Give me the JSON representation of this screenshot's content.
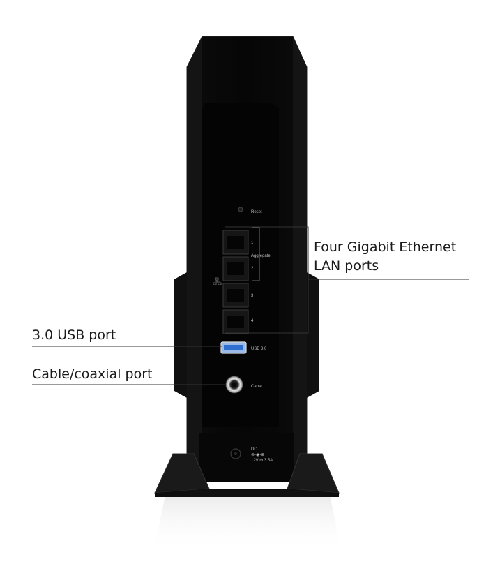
{
  "device": {
    "labels": {
      "reset": "Reset",
      "aggregate": "Aggregate",
      "port1": "1",
      "port2": "2",
      "port3": "3",
      "port4": "4",
      "usb": "USB 3.0",
      "cable": "Cable",
      "dc": "DC",
      "power_rating": "12V ⎓ 3.5A"
    },
    "colors": {
      "body": "#0b0b0b",
      "panel": "#050505",
      "edge": "#2a2a2a",
      "usb_blue": "#2f6fd0"
    }
  },
  "callouts": {
    "lan_line1": "Four Gigabit Ethernet",
    "lan_line2": "LAN ports",
    "usb": "3.0 USB port",
    "cable": "Cable/coaxial port"
  }
}
